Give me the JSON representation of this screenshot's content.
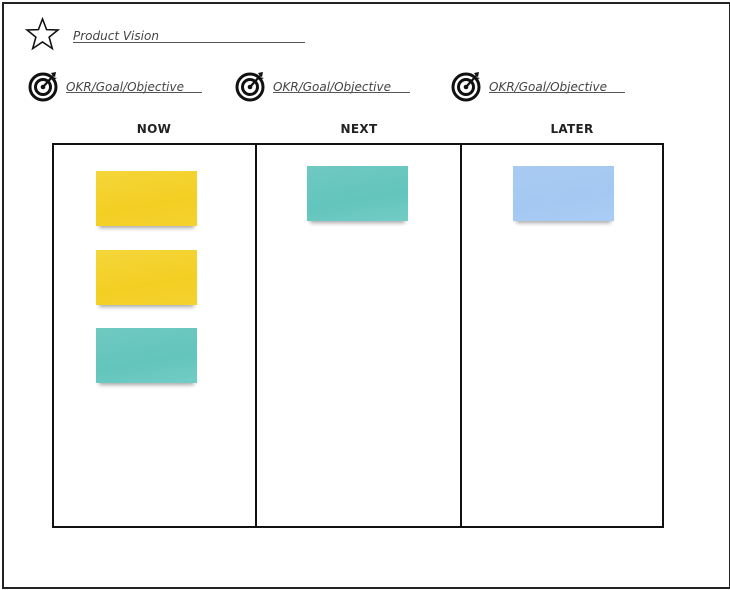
{
  "vision": {
    "label": "Product Vision",
    "icon": "star-icon"
  },
  "okrs": [
    {
      "label": "OKR/Goal/Objective",
      "icon": "target-icon"
    },
    {
      "label": "OKR/Goal/Objective",
      "icon": "target-icon"
    },
    {
      "label": "OKR/Goal/Objective",
      "icon": "target-icon"
    }
  ],
  "columns": [
    {
      "title": "NOW",
      "notes": [
        {
          "color": "#f3cf23",
          "text": ""
        },
        {
          "color": "#f3cf23",
          "text": ""
        },
        {
          "color": "#63c5bd",
          "text": ""
        }
      ]
    },
    {
      "title": "NEXT",
      "notes": [
        {
          "color": "#63c5bd",
          "text": ""
        }
      ]
    },
    {
      "title": "LATER",
      "notes": [
        {
          "color": "#a4c8f2",
          "text": ""
        }
      ]
    }
  ],
  "colors": {
    "yellow": "#f3cf23",
    "teal": "#63c5bd",
    "blue": "#a4c8f2",
    "border": "#111111"
  }
}
